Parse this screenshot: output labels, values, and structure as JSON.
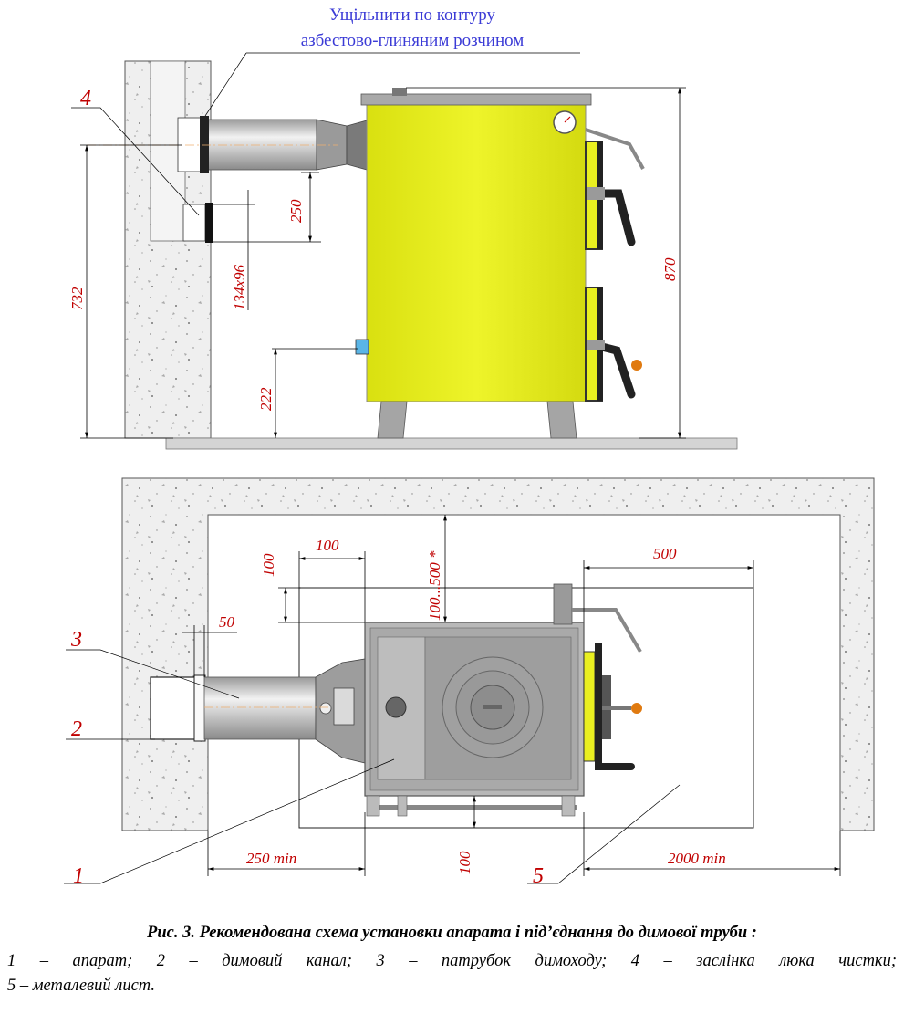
{
  "note": {
    "line1": "Ущільнити по контуру",
    "line2": "азбестово-глиняним розчином"
  },
  "side_view": {
    "labels": {
      "callout_4": "4"
    },
    "dims": {
      "d250": "250",
      "d134": "134х96",
      "d732": "732",
      "d222": "222",
      "d870": "870"
    }
  },
  "top_view": {
    "labels": {
      "callout_3": "3",
      "callout_2": "2",
      "callout_1": "1",
      "callout_5": "5"
    },
    "dims": {
      "d100_left": "100",
      "d100_top": "100",
      "d100_500": "100...500 *",
      "d500": "500",
      "d50": "50",
      "d250min": "250 min",
      "d100_bottom": "100",
      "d2000min": "2000 min"
    }
  },
  "caption": {
    "title": "Рис. 3. Рекомендована схема установки апарата і під’єднання до димової труби :",
    "line1": "1 – апарат; 2 – димовий канал; 3 – патрубок димоходу; 4 – заслінка люка чистки;",
    "line2": "5 – металевий лист."
  },
  "colors": {
    "boiler_body": "#e8ef1c",
    "dimension_text": "#c00000",
    "note_text": "#3b3bd6",
    "steel": "#b4b4b4",
    "concrete": "#ececec"
  }
}
